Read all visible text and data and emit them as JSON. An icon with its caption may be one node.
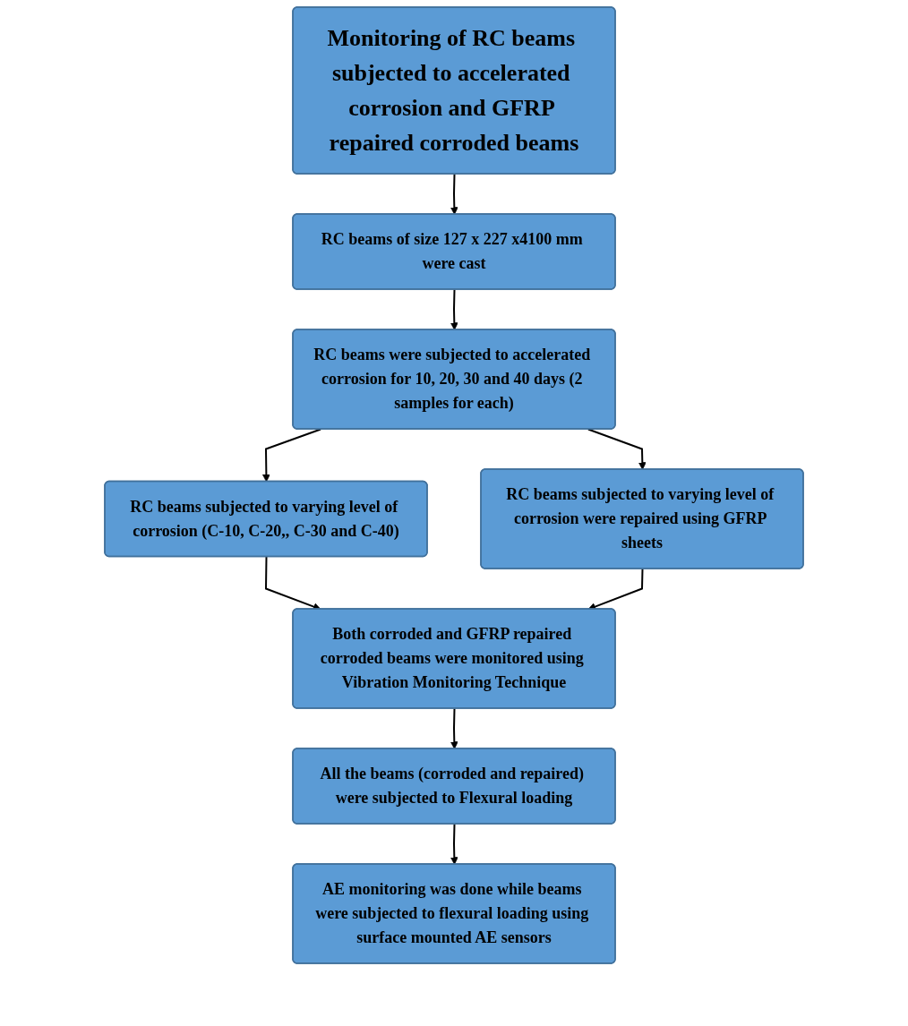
{
  "diagram": {
    "nodes": [
      {
        "text": [
          "Monitoring of RC beams subjected to accelerated corrosion and GFRP repaired corroded beams"
        ]
      },
      {
        "text": [
          "RC beams of size 127 x 227 x4100 mm were cast"
        ]
      },
      {
        "text": [
          "RC beams were subjected to accelerated corrosion for 10, 20, 30 and 40 days (2 samples for each)"
        ]
      },
      {
        "text": [
          "RC beams subjected to varying level of corrosion (C-10, C-20,, C-30 and C-40)"
        ]
      },
      {
        "text": [
          "RC beams subjected to varying level of corrosion were repaired using GFRP sheets"
        ]
      },
      {
        "text": [
          "Both corroded and GFRP repaired corroded beams were monitored using Vibration Monitoring Technique"
        ]
      },
      {
        "text": [
          "All the beams (corroded and repaired) were subjected to Flexural loading"
        ]
      },
      {
        "text": [
          "AE monitoring was done while beams were subjected to flexural loading using surface mounted AE sensors"
        ]
      }
    ],
    "edges": [
      {
        "from": 0,
        "to": 1,
        "arrow": "to"
      },
      {
        "from": 1,
        "to": 2,
        "arrow": "to"
      },
      {
        "from": 2,
        "to": 3,
        "arrow": "to"
      },
      {
        "from": 2,
        "to": 4,
        "arrow": "to"
      },
      {
        "from": 3,
        "to": 5,
        "arrow": "to"
      },
      {
        "from": 4,
        "to": 5,
        "arrow": "to"
      },
      {
        "from": 5,
        "to": 6,
        "arrow": "to"
      },
      {
        "from": 6,
        "to": 7,
        "arrow": "to"
      }
    ]
  }
}
